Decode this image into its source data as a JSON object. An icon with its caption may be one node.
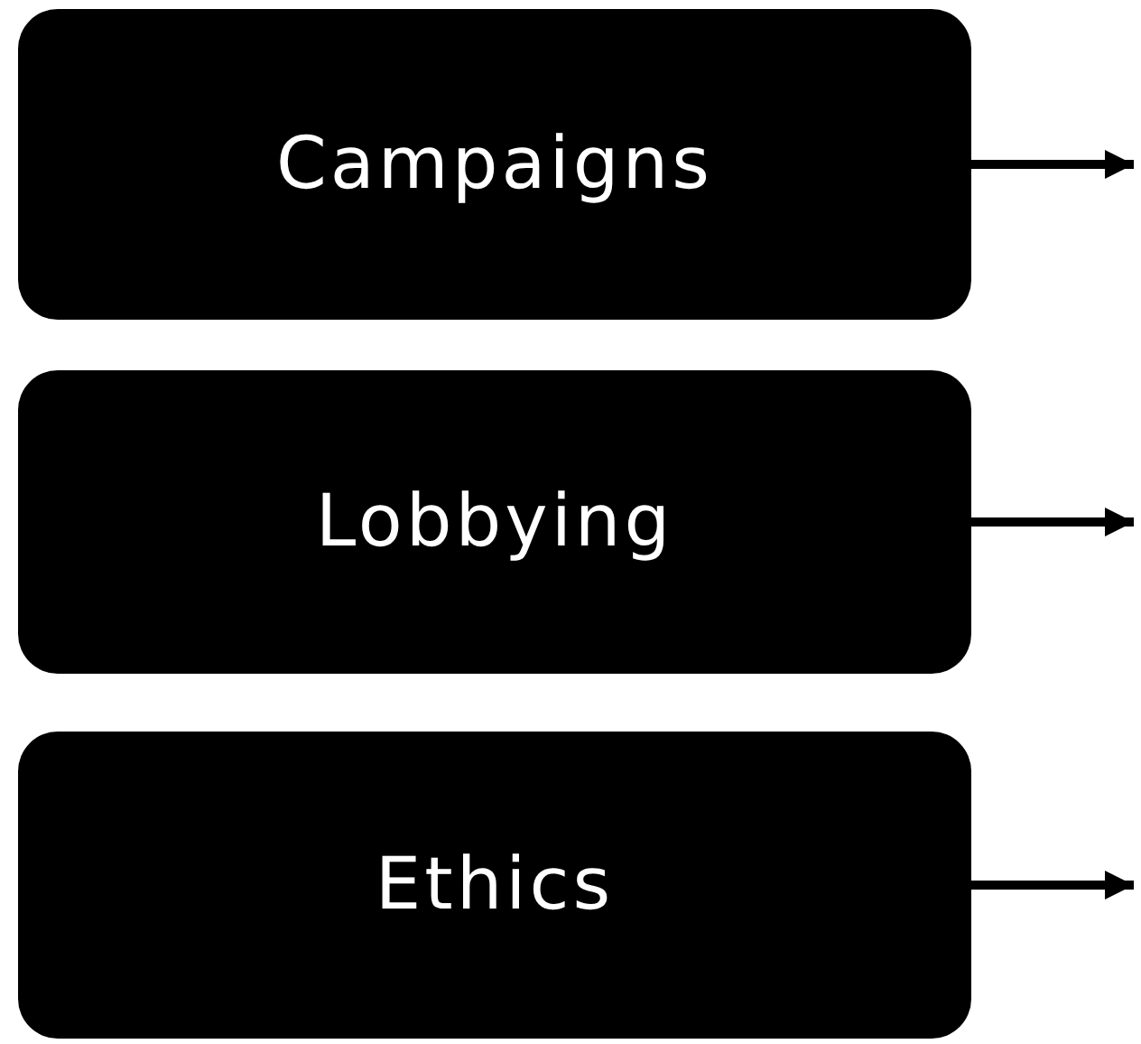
{
  "diagram": {
    "nodes": [
      {
        "text": [
          "Campaigns"
        ]
      },
      {
        "text": [
          "Lobbying"
        ]
      },
      {
        "text": [
          "Ethics"
        ]
      }
    ],
    "edges": [
      {
        "from": 0,
        "to": null,
        "arrow": "to"
      },
      {
        "from": 1,
        "to": null,
        "arrow": "to"
      },
      {
        "from": 2,
        "to": null,
        "arrow": "to"
      }
    ]
  }
}
